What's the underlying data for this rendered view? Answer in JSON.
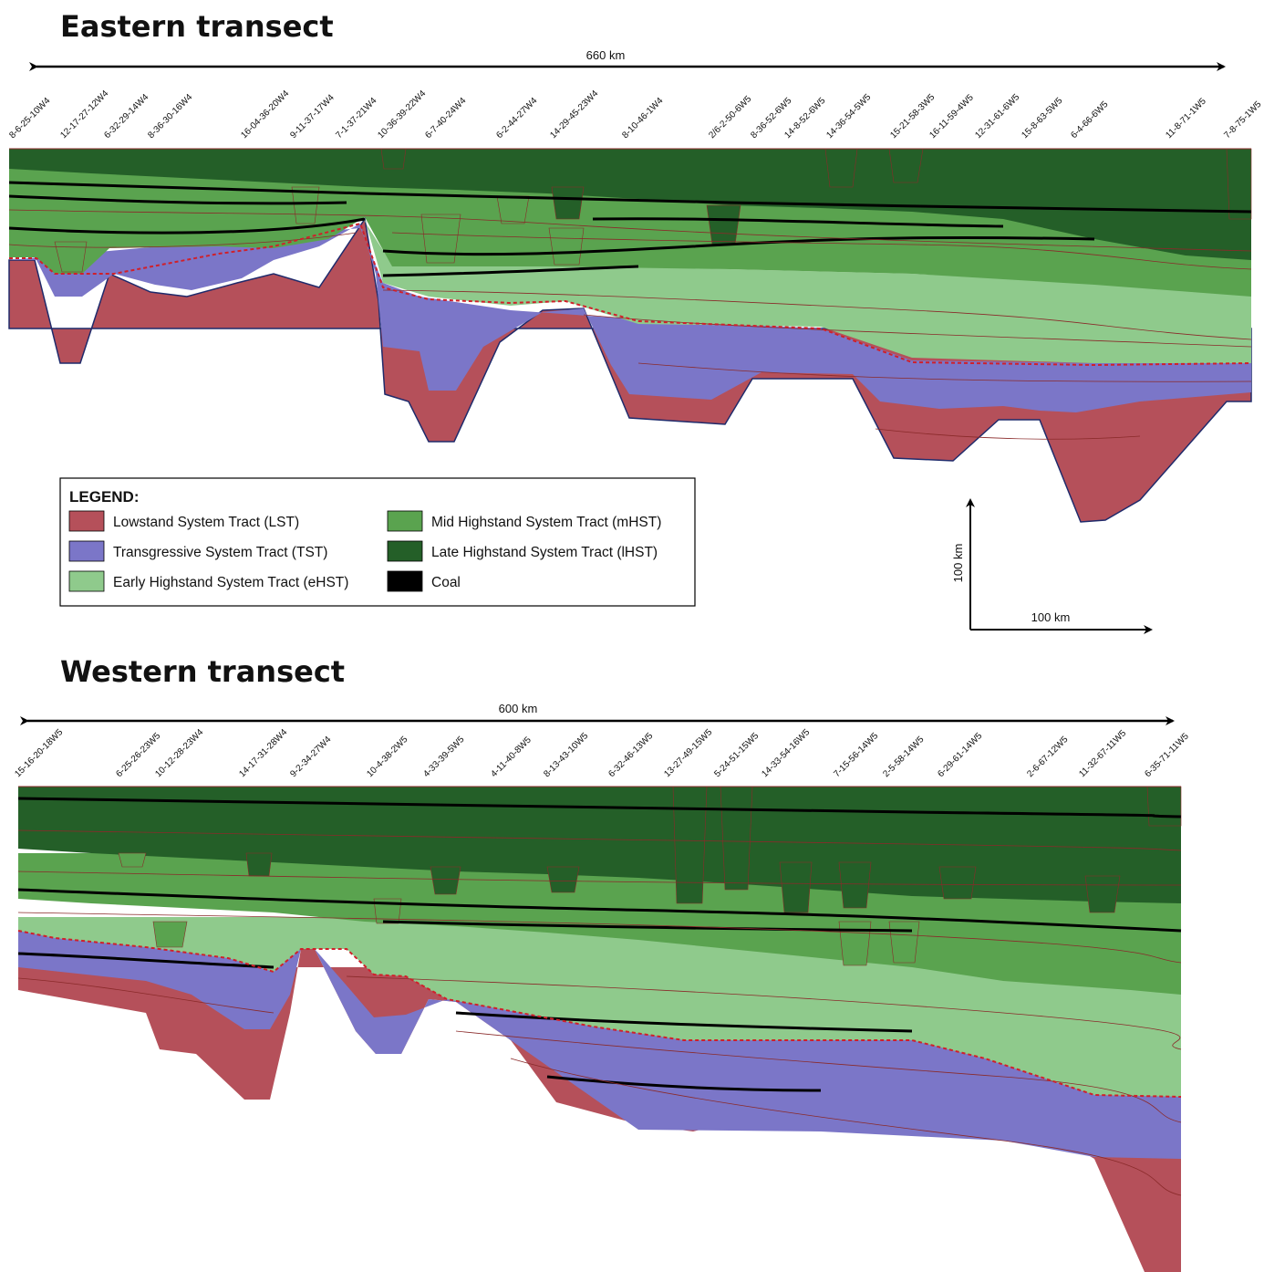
{
  "eastern": {
    "title": "Eastern transect",
    "distance": "660 km",
    "wells": [
      "8-6-25-10W4",
      "12-17-27-12W4",
      "6-32-29-14W4",
      "8-36-30-16W4",
      "16-04-36-20W4",
      "9-11-37-17W4",
      "7-1-37-21W4",
      "10-36-39-22W4",
      "6-7-40-24W4",
      "6-2-44-27W4",
      "14-29-45-23W4",
      "8-10-46-1W4",
      "2/6-2-50-6W5",
      "8-36-52-6W5",
      "14-8-52-6W5",
      "14-36-54-5W5",
      "15-21-58-3W5",
      "16-11-59-4W5",
      "12-31-61-6W5",
      "15-8-63-5W5",
      "6-4-66-6W5",
      "11-8-71-1W5",
      "7-8-75-1W5"
    ]
  },
  "western": {
    "title": "Western transect",
    "distance": "600 km",
    "wells": [
      "15-16-20-18W5",
      "6-25-26-23W5",
      "10-12-28-23W4",
      "14-17-31-28W4",
      "9-2-34-27W4",
      "10-4-38-2W5",
      "4-33-39-5W5",
      "4-11-40-8W5",
      "8-13-43-10W5",
      "6-32-46-13W5",
      "13-27-49-15W5",
      "5-24-51-15W5",
      "14-33-54-16W5",
      "7-15-56-14W5",
      "2-5-58-14W5",
      "6-29-61-14W5",
      "2-6-67-12W5",
      "11-32-67-11W5",
      "6-35-71-11W5"
    ]
  },
  "legend": {
    "title": "LEGEND:",
    "items": [
      {
        "label": "Lowstand System Tract (LST)",
        "color": "#b5505a"
      },
      {
        "label": "Transgressive System Tract (TST)",
        "color": "#7b76c8"
      },
      {
        "label": "Early Highstand System Tract (eHST)",
        "color": "#8fca8c"
      },
      {
        "label": "Mid Highstand System Tract (mHST)",
        "color": "#5aa34f"
      },
      {
        "label": "Late Highstand System Tract (lHST)",
        "color": "#245f28"
      },
      {
        "label": "Coal",
        "color": "#000000"
      }
    ]
  },
  "scale": {
    "vertical": "100 km",
    "horizontal": "100 km"
  }
}
